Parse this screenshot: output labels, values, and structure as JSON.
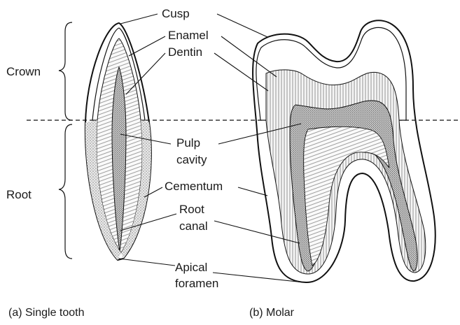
{
  "labels": {
    "cusp": "Cusp",
    "enamel": "Enamel",
    "dentin": "Dentin",
    "pulp_line1": "Pulp",
    "pulp_line2": "cavity",
    "cementum": "Cementum",
    "root_canal_line1": "Root",
    "root_canal_line2": "canal",
    "apical_line1": "Apical",
    "apical_line2": "foramen"
  },
  "regions": {
    "crown": "Crown",
    "root": "Root"
  },
  "captions": {
    "single": "(a) Single tooth",
    "molar": "(b) Molar"
  }
}
